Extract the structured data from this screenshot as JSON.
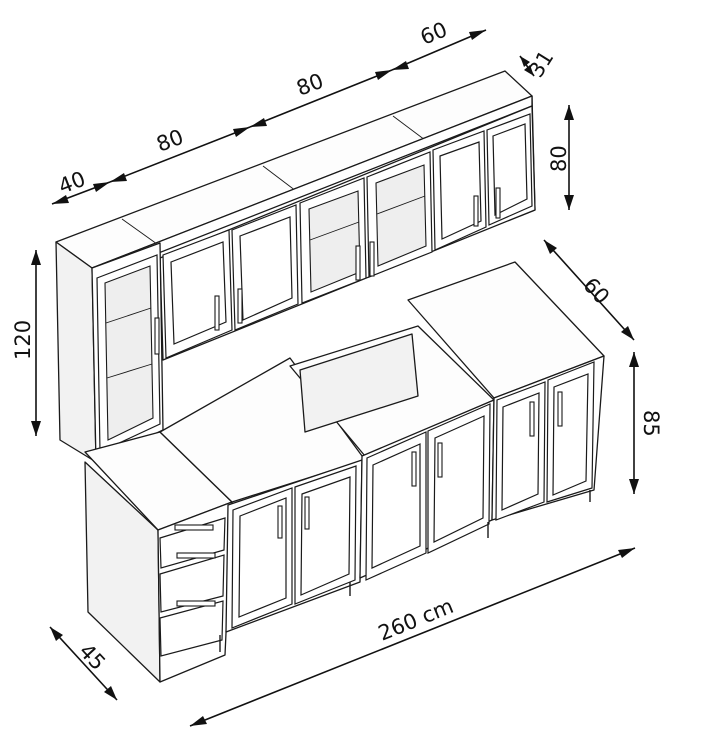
{
  "dimensions": {
    "upper_40": "40",
    "upper_80_left": "80",
    "upper_80_right": "80",
    "upper_60": "60",
    "upper_depth": "31",
    "upper_height": "80",
    "tall_height": "120",
    "base_depth": "60",
    "base_height": "85",
    "corner_depth": "45",
    "total_width": "260 cm"
  }
}
